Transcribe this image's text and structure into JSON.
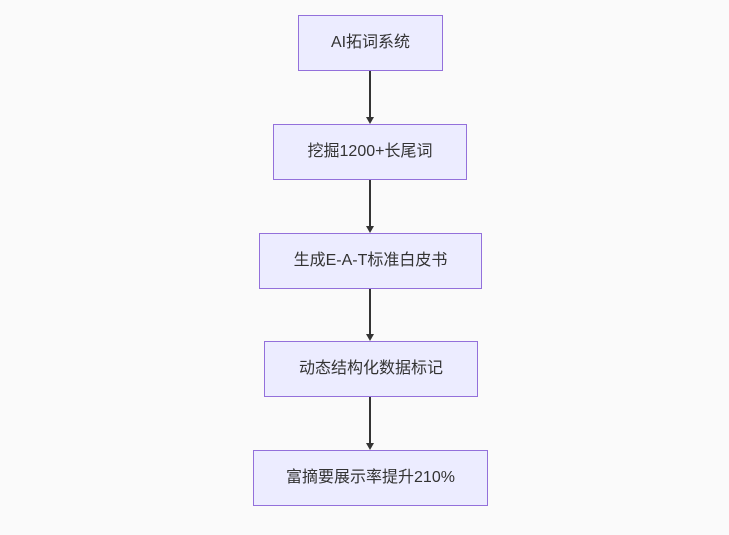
{
  "flowchart": {
    "type": "flowchart-top-down",
    "colors": {
      "background": "#fafafa",
      "node_fill": "#ececff",
      "node_border": "#9370db",
      "arrow": "#333333",
      "text": "#333333"
    },
    "nodes": [
      {
        "id": "A",
        "label": "AI拓词系统"
      },
      {
        "id": "B",
        "label": "挖掘1200+长尾词"
      },
      {
        "id": "C",
        "label": "生成E-A-T标准白皮书"
      },
      {
        "id": "D",
        "label": "动态结构化数据标记"
      },
      {
        "id": "E",
        "label": "富摘要展示率提升210%"
      }
    ],
    "edges": [
      {
        "from": "A",
        "to": "B",
        "label": ""
      },
      {
        "from": "B",
        "to": "C",
        "label": ""
      },
      {
        "from": "C",
        "to": "D",
        "label": ""
      },
      {
        "from": "D",
        "to": "E",
        "label": ""
      }
    ]
  }
}
